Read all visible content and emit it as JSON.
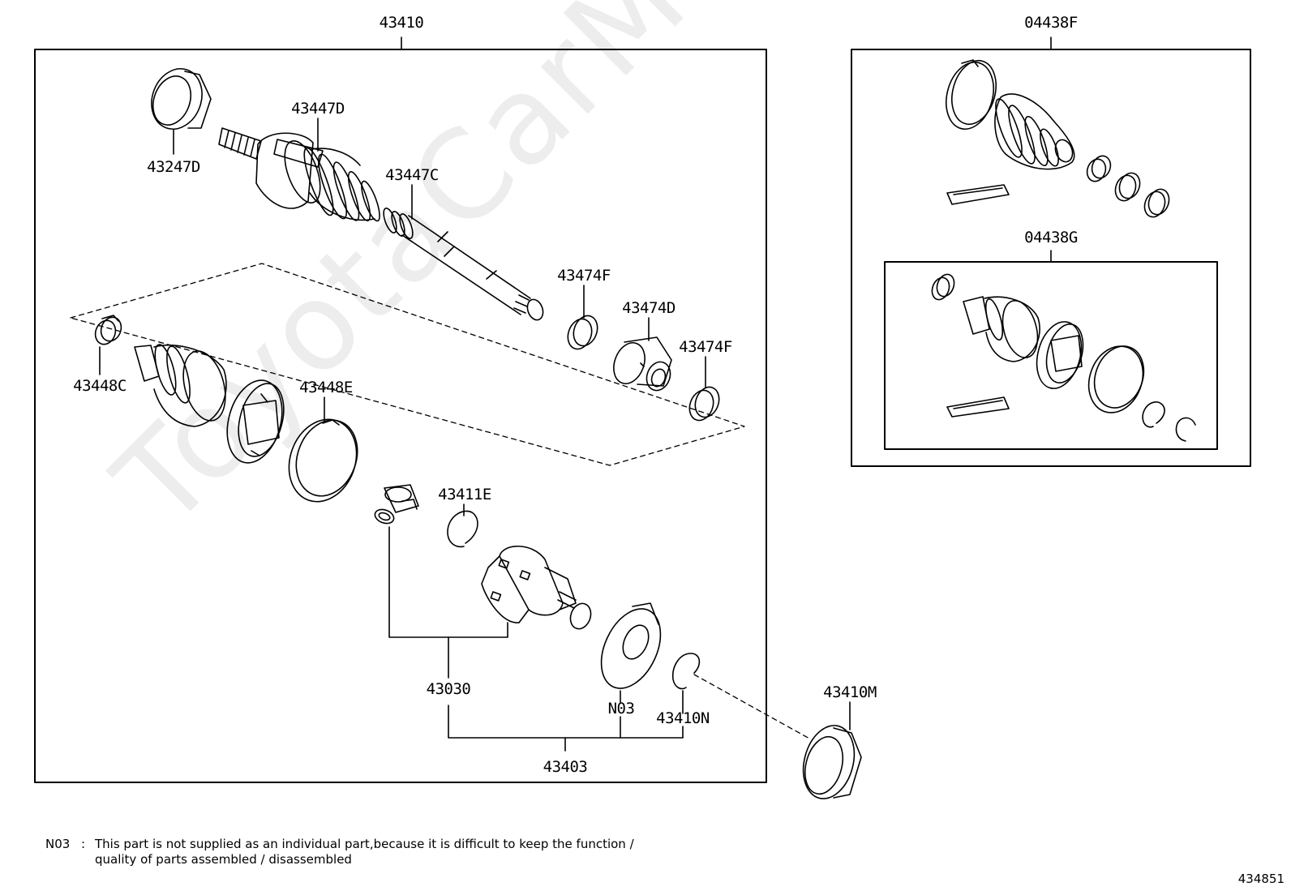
{
  "watermark": "ToyotaCarMine.ru",
  "labels": {
    "p43410": "43410",
    "p04438F": "04438F",
    "p04438G": "04438G",
    "p43447D": "43447D",
    "p43247D": "43247D",
    "p43447C": "43447C",
    "p43474F_a": "43474F",
    "p43474D": "43474D",
    "p43474F_b": "43474F",
    "p43448C": "43448C",
    "p43448E": "43448E",
    "p43411E": "43411E",
    "p43030": "43030",
    "pN03": "N03",
    "p43410N": "43410N",
    "p43403": "43403",
    "p43410M": "43410M"
  },
  "footnote": {
    "code": "N03",
    "sep": ":",
    "line1": "This part is not supplied as an individual part,because it is difficult to keep the function /",
    "line2": "quality of parts assembled / disassembled"
  },
  "drawing_number": "434851"
}
